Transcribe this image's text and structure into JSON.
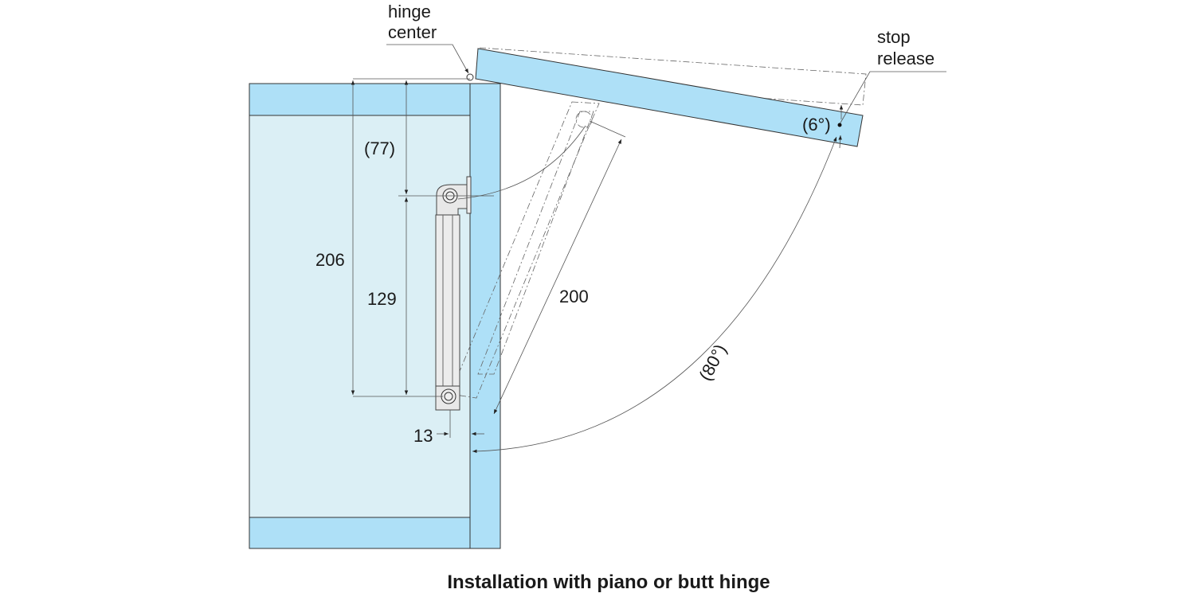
{
  "labels": {
    "hinge_center_line1": "hinge",
    "hinge_center_line2": "center",
    "stop_release_line1": "stop",
    "stop_release_line2": "release",
    "angle_stop": "(6°)",
    "angle_open": "(80°)",
    "dim_total": "206",
    "dim_top": "(77)",
    "dim_stroke": "129",
    "dim_length": "200",
    "dim_offset": "13"
  },
  "caption": "Installation with piano or butt hinge",
  "colors": {
    "panel": "#aee0f7",
    "interior": "#dbeff5"
  }
}
